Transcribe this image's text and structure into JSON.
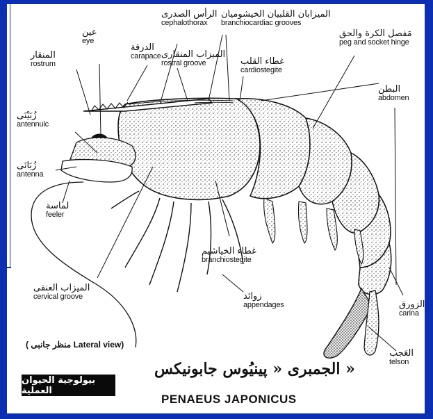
{
  "labels": {
    "eye": {
      "ar": "عين",
      "en": "eye"
    },
    "rostrum": {
      "ar": "المنقار",
      "en": "rostrum"
    },
    "carapace": {
      "ar": "الدرقة",
      "en": "carapace"
    },
    "cephalothorax": {
      "ar": "الرأس الصدرى",
      "en": "cephalothorax"
    },
    "rostral_groove": {
      "ar": "الميزاب المنقارى",
      "en": "rostral groove"
    },
    "branchiocardiac": {
      "ar": "الميزابان القلبيان الخيشوميان",
      "en": "branchiocardiac grooves"
    },
    "cardiostegite": {
      "ar": "غطاء القلب",
      "en": "cardiostegite"
    },
    "peg_socket": {
      "ar": "مَفصل الكرة والحق",
      "en": "peg and socket hinge"
    },
    "abdomen": {
      "ar": "البطن",
      "en": "abdomen"
    },
    "antennule": {
      "ar": "زُبَيْنَى",
      "en": "antennulc"
    },
    "antenna": {
      "ar": "زُبَانَى",
      "en": "antenna"
    },
    "feeler": {
      "ar": "لماسة",
      "en": "feeler"
    },
    "branchiostegite": {
      "ar": "غطاء الخياشيم",
      "en": "branchiostegite"
    },
    "cervical_groove": {
      "ar": "الميزاب العنقى",
      "en": "cervical groove"
    },
    "appendages": {
      "ar": "زوائد",
      "en": "appendages"
    },
    "carina": {
      "ar": "الزورق",
      "en": "carina"
    },
    "telson": {
      "ar": "العَجب",
      "en": "telson"
    }
  },
  "lateral_view": "( منظر جانبى Lateral view)",
  "title_ar": "الجمبرى « پينيُوس جابونيكس »",
  "title_en": "PENAEUS JAPONICUS",
  "badge": "بيولوجية الحيوان العملية",
  "colors": {
    "frame": "#0b2fb0",
    "ink": "#111111",
    "badge_bg": "#0a0a0a"
  }
}
